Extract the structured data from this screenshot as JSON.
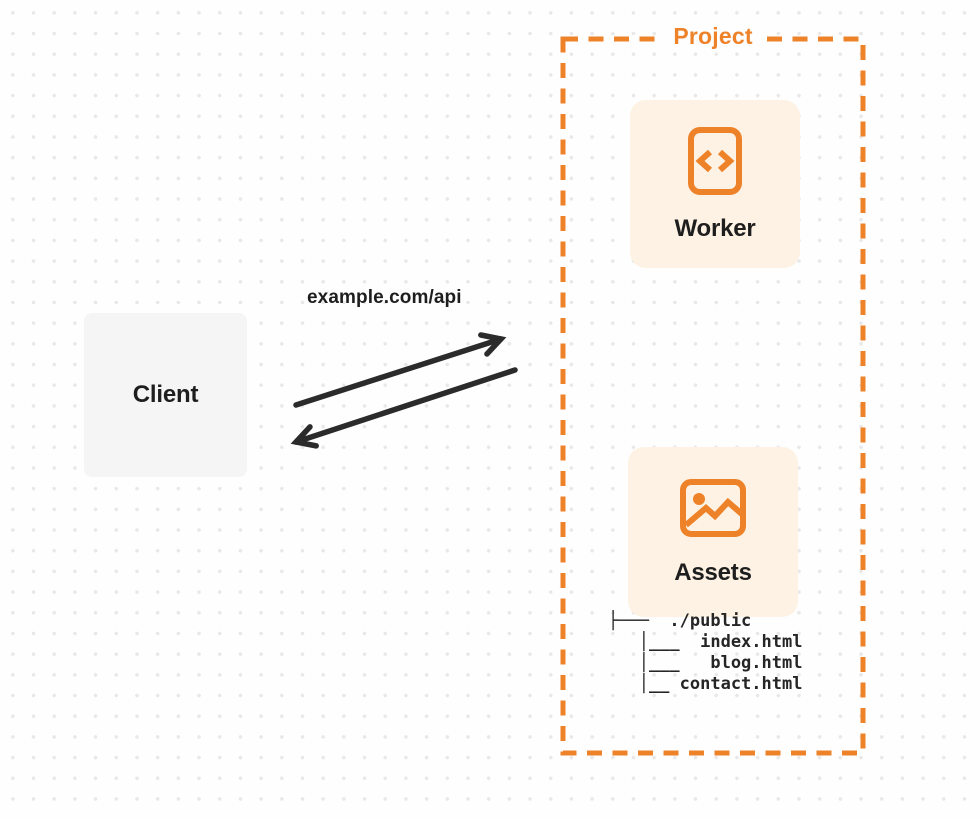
{
  "theme": {
    "page-bg": "#FEFEFE",
    "dot": "#E8E8E8",
    "orange": "#EE8229",
    "cream": "#FDF2E3",
    "ink": "#1E1E1E",
    "arrow-ink": "#2B2B2B",
    "client-bg": "#F5F5F6",
    "tree-ink": "#252525"
  },
  "project": {
    "label": "Project",
    "worker": {
      "label": "Worker",
      "icon": "code-file-icon"
    },
    "assets": {
      "label": "Assets",
      "icon": "image-icon"
    },
    "file_tree": {
      "lines": [
        "├───  ./public",
        "   │___  index.html",
        "   │___   blog.html",
        "   │__ contact.html"
      ]
    }
  },
  "client": {
    "label": "Client"
  },
  "request": {
    "url": "example.com/api"
  }
}
